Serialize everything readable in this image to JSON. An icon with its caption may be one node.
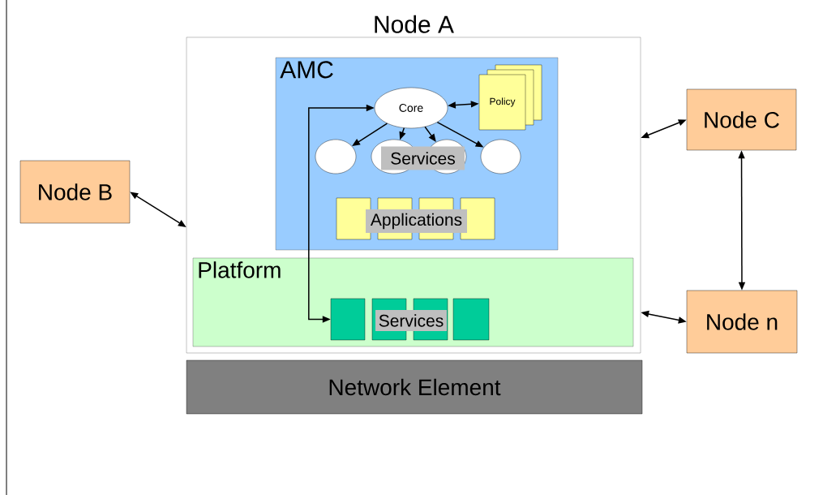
{
  "diagram": {
    "nodes": [
      {
        "text": [
          "Node A"
        ]
      },
      {
        "text": [
          "AMC"
        ],
        "in": 0
      },
      {
        "text": [
          "Core"
        ],
        "in": 1
      },
      {
        "text": [
          "Policy"
        ],
        "in": 1
      },
      {
        "text": [],
        "shape": "ellipse",
        "in": 1
      },
      {
        "text": [
          "Services"
        ],
        "in": 1
      },
      {
        "text": [],
        "shape": "ellipse",
        "in": 1
      },
      {
        "text": [],
        "shape": "box",
        "in": 1
      },
      {
        "text": [],
        "shape": "box",
        "in": 1
      },
      {
        "text": [],
        "shape": "box",
        "in": 1
      },
      {
        "text": [],
        "shape": "box",
        "in": 1
      },
      {
        "text": [
          "Applications"
        ],
        "in": 1
      },
      {
        "text": [
          "Platform"
        ],
        "in": 0
      },
      {
        "text": [],
        "shape": "box",
        "in": 12
      },
      {
        "text": [],
        "shape": "box",
        "in": 12
      },
      {
        "text": [],
        "shape": "box",
        "in": 12
      },
      {
        "text": [],
        "shape": "box",
        "in": 12
      },
      {
        "text": [
          "Services"
        ],
        "in": 12
      },
      {
        "text": [
          "Network Element"
        ]
      },
      {
        "text": [
          "Node B"
        ]
      },
      {
        "text": [
          "Node C"
        ]
      },
      {
        "text": [
          "Node n"
        ]
      }
    ],
    "edges": [
      {
        "from": 2,
        "to": 3,
        "arrow": "both"
      },
      {
        "from": 2,
        "to": 4,
        "arrow": "to"
      },
      {
        "from": 2,
        "to": 5,
        "arrow": "to"
      },
      {
        "from": 2,
        "to": 5,
        "arrow": "to"
      },
      {
        "from": 2,
        "to": 6,
        "arrow": "to"
      },
      {
        "from": 13,
        "to": 2,
        "arrow": "both"
      },
      {
        "from": 19,
        "to": 0,
        "arrow": "both"
      },
      {
        "from": 0,
        "to": 20,
        "arrow": "both"
      },
      {
        "from": 0,
        "to": 21,
        "arrow": "both"
      },
      {
        "from": 20,
        "to": 21,
        "arrow": "both"
      }
    ]
  }
}
